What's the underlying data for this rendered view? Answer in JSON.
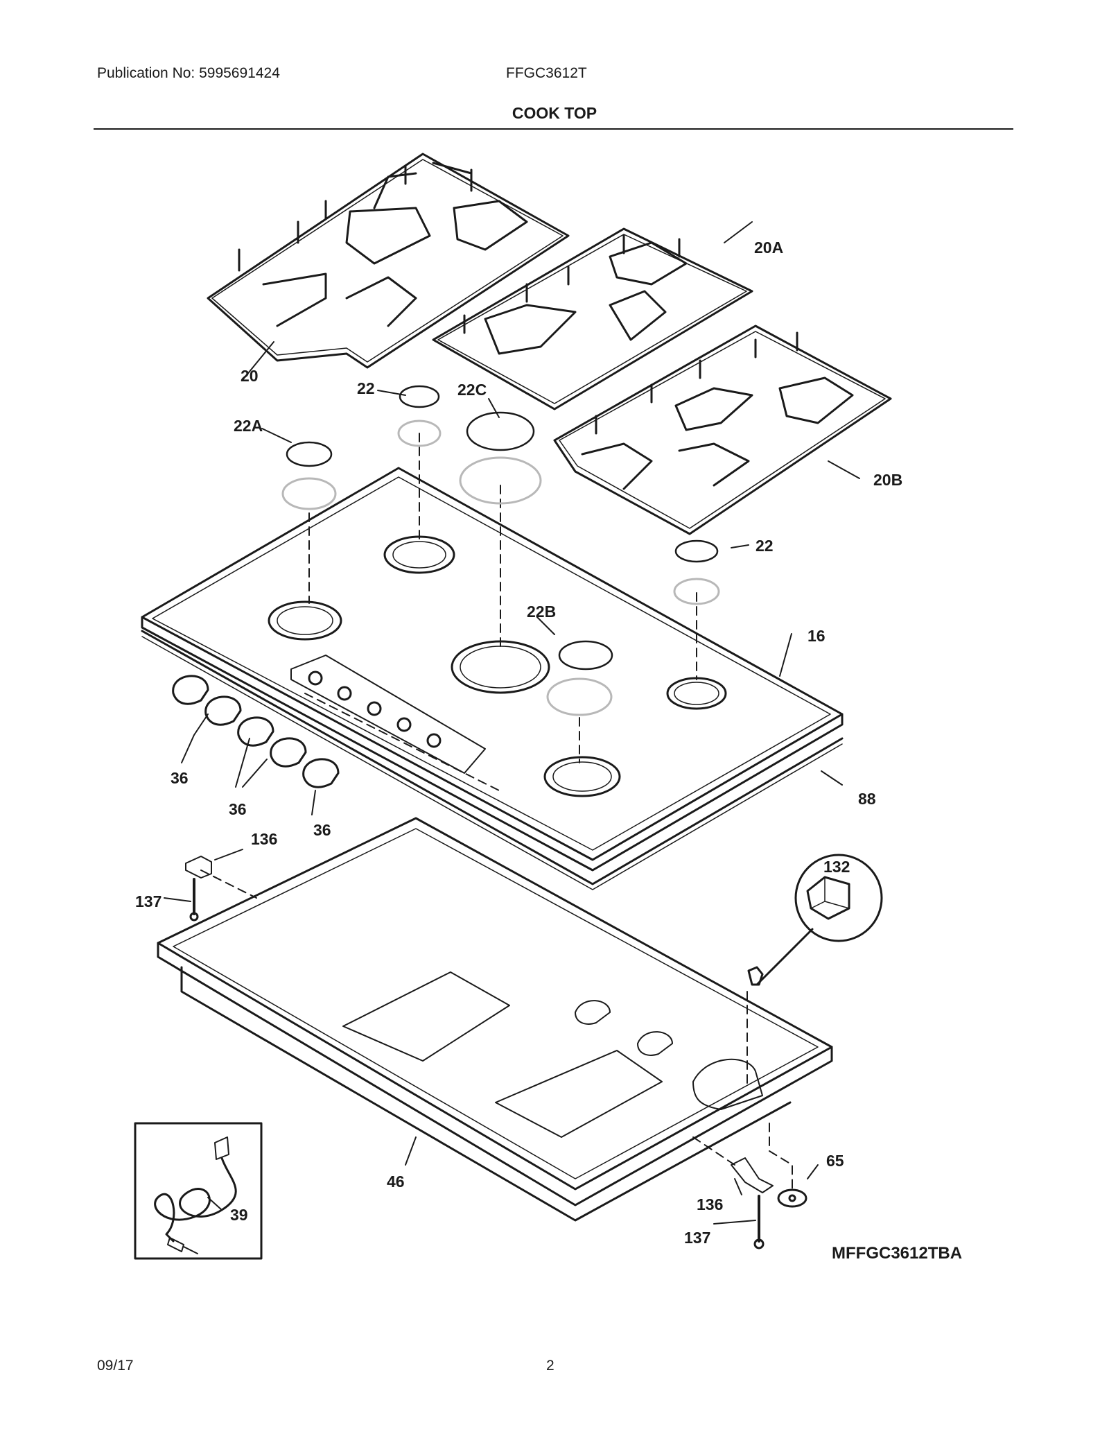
{
  "header": {
    "publication": "Publication No: 5995691424",
    "model": "FFGC3612T",
    "section_title": "COOK TOP"
  },
  "diagram_id": "MFFGC3612TBA",
  "footer": {
    "date": "09/17",
    "page": "2"
  },
  "callouts": {
    "c20": "20",
    "c20a": "20A",
    "c20b": "20B",
    "c22_left": "22",
    "c22_right": "22",
    "c22a": "22A",
    "c22b": "22B",
    "c22c": "22C",
    "c16": "16",
    "c88": "88",
    "c36_a": "36",
    "c36_b": "36",
    "c36_c": "36",
    "c136_top": "136",
    "c136_bottom": "136",
    "c137_top": "137",
    "c137_bottom": "137",
    "c132": "132",
    "c46": "46",
    "c65": "65",
    "c39": "39"
  },
  "colors": {
    "line": "#1a1a1a",
    "burner_gray": "#b8b8b8"
  }
}
